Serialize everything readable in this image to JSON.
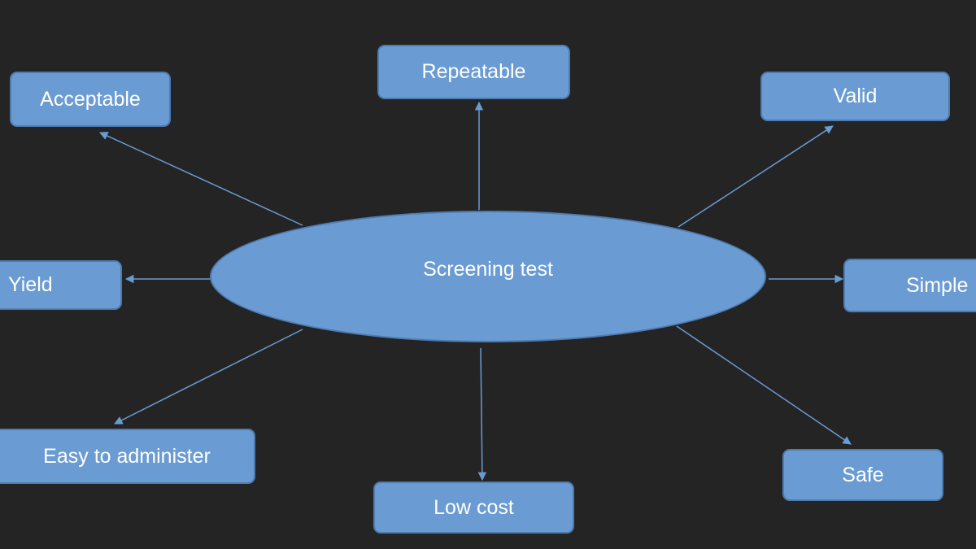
{
  "center": {
    "label": "Screening test"
  },
  "nodes": {
    "acceptable": "Acceptable",
    "repeatable": "Repeatable",
    "valid": "Valid",
    "yield": "Yield",
    "simple": "Simple",
    "easy": "Easy to administer",
    "low_cost": "Low cost",
    "safe": "Safe"
  },
  "colors": {
    "background": "#242424",
    "shape_fill": "#6a9bd2",
    "shape_border": "#4e7bb0",
    "arrow": "#6a9bd2",
    "text": "#ffffff"
  }
}
